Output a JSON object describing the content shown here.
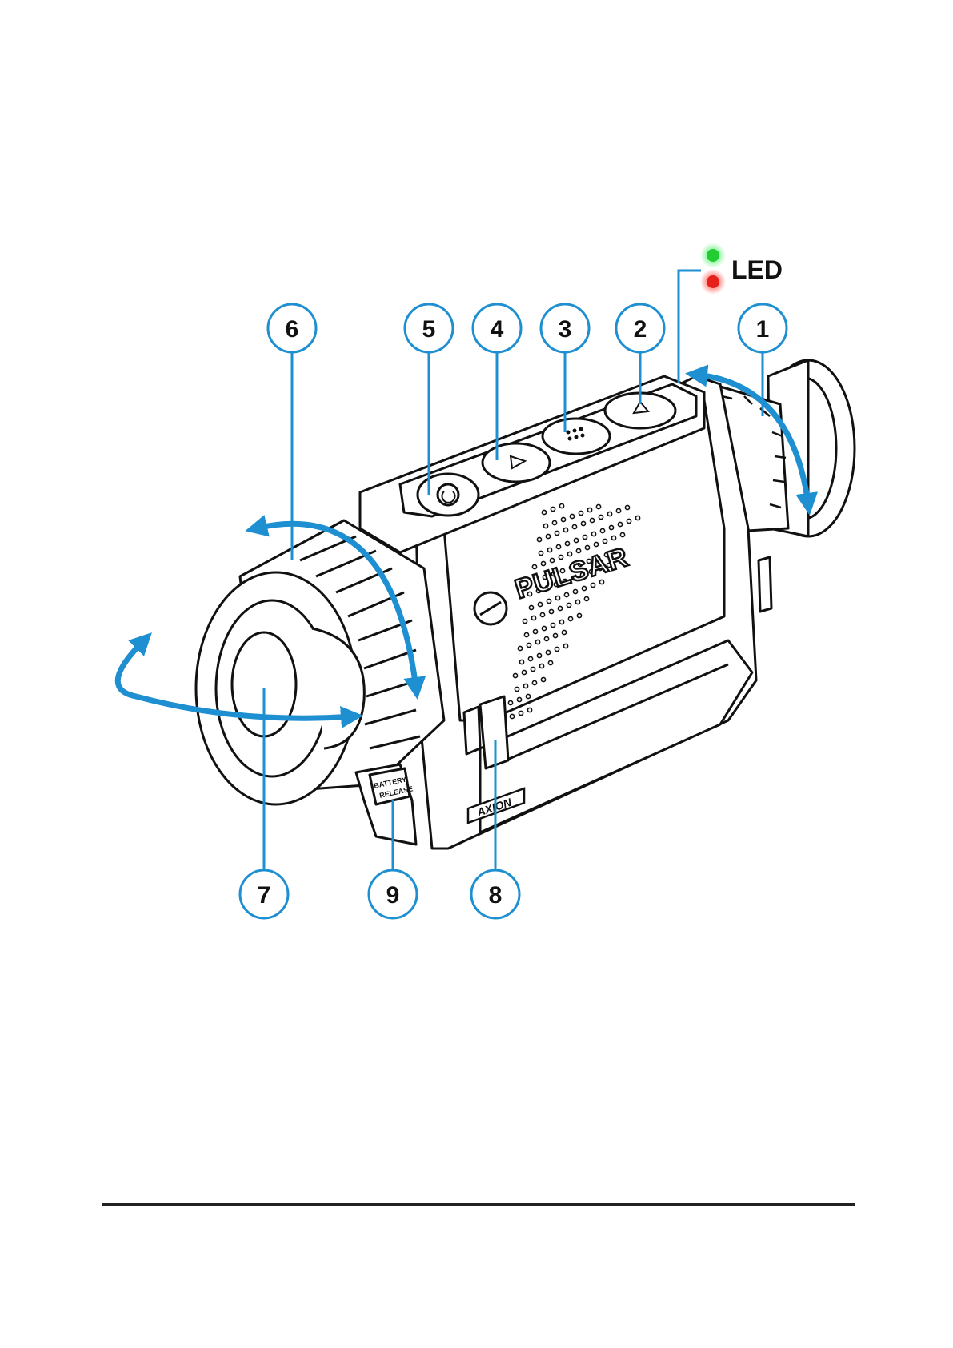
{
  "callouts": [
    {
      "id": "1",
      "label": "1"
    },
    {
      "id": "2",
      "label": "2"
    },
    {
      "id": "3",
      "label": "3"
    },
    {
      "id": "4",
      "label": "4"
    },
    {
      "id": "5",
      "label": "5"
    },
    {
      "id": "6",
      "label": "6"
    },
    {
      "id": "7",
      "label": "7"
    },
    {
      "id": "8",
      "label": "8"
    },
    {
      "id": "9",
      "label": "9"
    }
  ],
  "led": {
    "label": "LED",
    "colors": {
      "on": "#22cc33",
      "charge": "#e8201c"
    }
  },
  "device": {
    "brand": "PULSAR",
    "battery_release": [
      "BATTERY",
      "RELEASE"
    ],
    "model_badge": "AXION"
  },
  "colors": {
    "accent": "#1e8fd0",
    "outline": "#111111"
  }
}
